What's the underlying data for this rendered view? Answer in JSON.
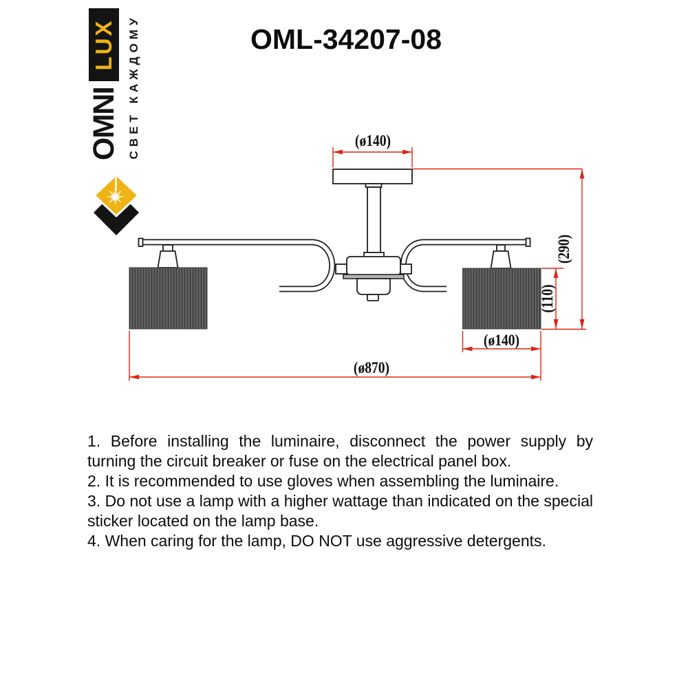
{
  "brand": {
    "name_top": "OMNI",
    "name_box": "LUX",
    "tagline": "СВЕТ КАЖДОМУ",
    "yellow": "#EFB315",
    "black": "#141414"
  },
  "title": "OML-34207-08",
  "drawing": {
    "labels": {
      "canopy_diameter": "(ø140)",
      "overall_height": "(290)",
      "shade_height": "(110)",
      "shade_diameter": "(ø140)",
      "overall_diameter": "(ø870)"
    },
    "colors": {
      "dimension_red": "#DD2418",
      "line_black": "#1d1d1d",
      "shade_fill": "#565656"
    }
  },
  "instructions": {
    "items": [
      "1. Before installing the luminaire, disconnect the power supply by turning the circuit breaker or fuse on the electrical panel box.",
      "2. It is recommended to use gloves when assembling the luminaire.",
      "3. Do not use a lamp with a higher wattage than indicated on the special sticker located on the lamp base.",
      "4. When caring for the lamp, DO NOT use aggressive detergents."
    ]
  }
}
